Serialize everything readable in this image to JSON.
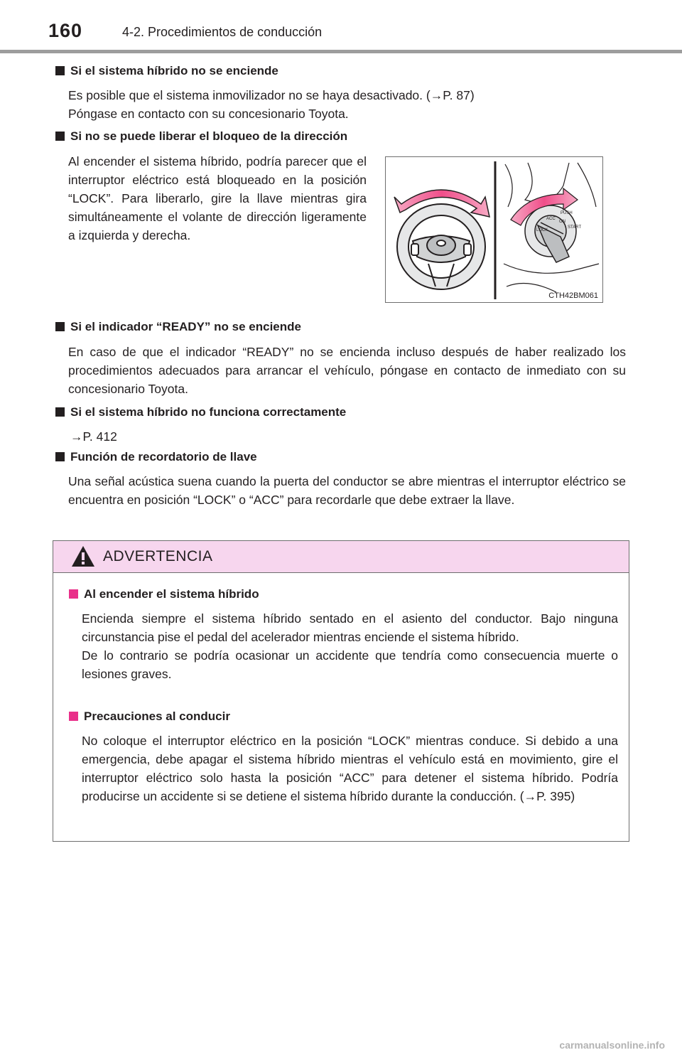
{
  "header": {
    "page_number": "160",
    "section": "4-2. Procedimientos de conducción"
  },
  "sections": [
    {
      "heading": "Si el sistema híbrido no se enciende",
      "body": "Es posible que el sistema inmovilizador no se haya desactivado. (→P. 87)\nPóngase en contacto con su concesionario Toyota."
    },
    {
      "heading": "Si no se puede liberar el bloqueo de la dirección",
      "body": "Al encender el sistema híbrido, podría parecer que el interruptor eléctrico está bloqueado en la posición “LOCK”. Para liberarlo, gire la llave mientras gira simultáneamente el volante de dirección ligeramente a izquierda y derecha."
    },
    {
      "heading": "Si el indicador “READY” no se enciende",
      "body": "En caso de que el indicador “READY” no se encienda incluso después de haber realizado los procedimientos adecuados para arrancar el vehículo, póngase en contacto de inmediato con su concesionario Toyota."
    },
    {
      "heading": "Si el sistema híbrido no funciona correctamente",
      "body": "→P. 412"
    },
    {
      "heading": "Función de recordatorio de llave",
      "body": "Una señal acústica suena cuando la puerta del conductor se abre mientras el interruptor eléctrico se encuentra en posición “LOCK” o “ACC” para recordarle que debe extraer la llave."
    }
  ],
  "figure": {
    "code": "CTH42BM061",
    "switch_labels": [
      "PUSH",
      "LOCK",
      "ACC",
      "ON",
      "START"
    ]
  },
  "warning": {
    "title": "ADVERTENCIA",
    "items": [
      {
        "heading": "Al encender el sistema híbrido",
        "body": "Encienda siempre el sistema híbrido sentado en el asiento del conductor. Bajo ninguna circunstancia pise el pedal del acelerador mientras enciende el sistema híbrido.\nDe lo contrario se podría ocasionar un accidente que tendría como consecuencia muerte o lesiones graves."
      },
      {
        "heading": "Precauciones al conducir",
        "body": "No coloque el interruptor eléctrico en la posición “LOCK” mientras conduce. Si debido a una emergencia, debe apagar el sistema híbrido mientras el vehículo está en movimiento, gire el interruptor eléctrico solo hasta la posición “ACC” para detener el sistema híbrido. Podría producirse un accidente si se detiene el sistema híbrido durante la conducción. (→P. 395)"
      }
    ]
  },
  "footer": {
    "watermark": "carmanualsonline.info"
  },
  "colors": {
    "warning_header": "#f7d6ee",
    "warning_bullet": "#e9308a",
    "rule": "#9d9d9d",
    "arrow_fill": "#f04e8a"
  }
}
